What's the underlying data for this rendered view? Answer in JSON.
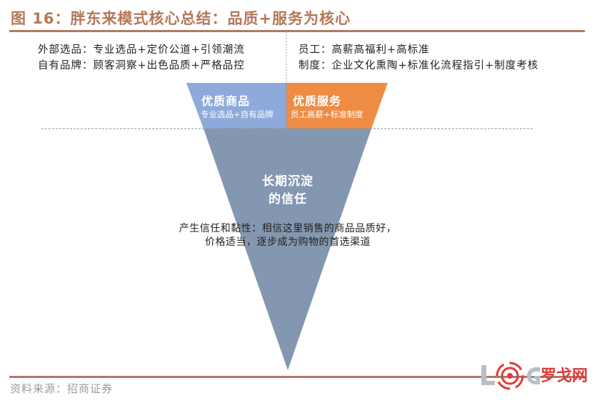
{
  "title": "图 16：胖东来模式核心总结：品质+服务为核心",
  "top_left": {
    "line1": "外部选品：专业选品+定价公道+引领潮流",
    "line2": "自有品牌：顾客洞察+出色品质+严格品控"
  },
  "top_right": {
    "line1": "员工：高薪高福利+高标准",
    "line2": "制度：企业文化熏陶+标准化流程指引+制度考核"
  },
  "segments": {
    "quality_goods": {
      "title": "优质商品",
      "subtitle": "专业选品+自有品牌",
      "color": "#8eaadb"
    },
    "quality_service": {
      "title": "优质服务",
      "subtitle": "员工高薪+标准制度",
      "color": "#ef8c44"
    },
    "trust": {
      "line1": "长期沉淀",
      "line2": "的信任",
      "color": "#8497b0"
    }
  },
  "caption": {
    "line1": "产生信任和黏性：相信这里销售的商品品质好，",
    "line2": "价格适当，逐步成为购物的首选渠道"
  },
  "source": "资料来源：招商证券",
  "watermark": {
    "letters": "L  G",
    "text": "罗戈网"
  },
  "colors": {
    "title": "#b4775a",
    "rule": "#b07a63",
    "blue": "#8eaadb",
    "orange": "#ef8c44",
    "slate": "#8497b0",
    "watermark_red": "#e03a3a",
    "watermark_gray": "#b8bec4"
  }
}
